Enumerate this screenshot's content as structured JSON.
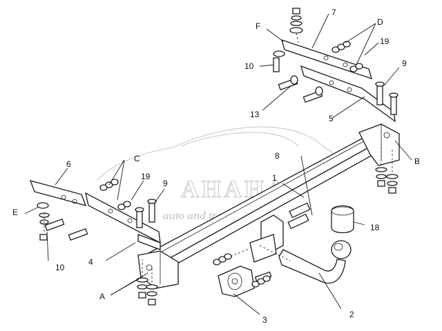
{
  "watermark": {
    "brand": "AHAHA",
    "tagline": "auto and travel",
    "color": "#c8c8c8"
  },
  "callouts": {
    "n1": "1",
    "n2": "2",
    "n3": "3",
    "n4": "4",
    "n5": "5",
    "n6": "6",
    "n7": "7",
    "n8": "8",
    "n9_left": "9",
    "n9_right": "9",
    "n10_left": "10",
    "n10_right": "10",
    "n13": "13",
    "n18": "18",
    "n19_left": "19",
    "n19_right": "19",
    "A": "A",
    "B": "B",
    "C": "C",
    "D": "D",
    "E": "E",
    "F": "F"
  }
}
